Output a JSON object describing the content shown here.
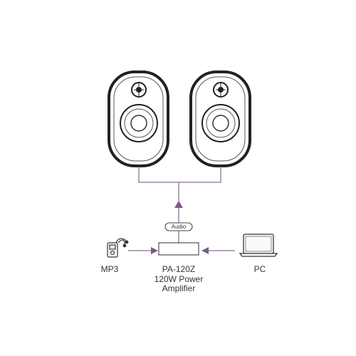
{
  "colors": {
    "line": "#6b4c7a",
    "arrow": "#7b5a8a",
    "outline": "#222222",
    "speaker_fill": "#ffffff"
  },
  "icons": [
    "speaker-icon",
    "mp3-player-icon",
    "laptop-icon",
    "amplifier-box-icon"
  ],
  "labels": {
    "mp3": "MP3",
    "pc": "PC",
    "audio": "Audio",
    "amplifier_line1": "PA-120Z",
    "amplifier_line2": "120W Power",
    "amplifier_line3": "Amplifier"
  }
}
